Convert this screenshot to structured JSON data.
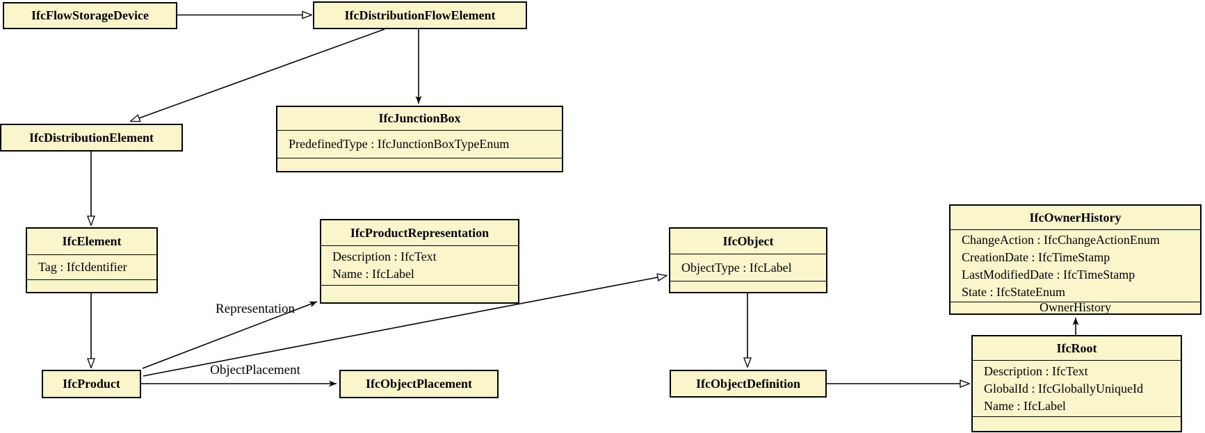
{
  "diagram": {
    "kind": "uml-class-diagram",
    "colors": {
      "box_fill": "#FBF5CC",
      "box_border": "#000000",
      "line": "#000000",
      "background": "#FFFFFF"
    }
  },
  "classes": [
    {
      "name": "IfcFlowStorageDevice",
      "attributes": []
    },
    {
      "name": "IfcDistributionFlowElement",
      "attributes": []
    },
    {
      "name": "IfcJunctionBox",
      "attributes": [
        "PredefinedType : IfcJunctionBoxTypeEnum"
      ],
      "footer": ""
    },
    {
      "name": "IfcDistributionElement",
      "attributes": []
    },
    {
      "name": "IfcElement",
      "attributes": [
        "Tag : IfcIdentifier"
      ],
      "footer": ""
    },
    {
      "name": "IfcProductRepresentation",
      "attributes": [
        "Description : IfcText",
        "Name : IfcLabel"
      ],
      "footer": ""
    },
    {
      "name": "IfcObject",
      "attributes": [
        "ObjectType : IfcLabel"
      ],
      "footer": ""
    },
    {
      "name": "IfcOwnerHistory",
      "attributes": [
        "ChangeAction : IfcChangeActionEnum",
        "CreationDate : IfcTimeStamp",
        "LastModifiedDate : IfcTimeStamp",
        "State : IfcStateEnum"
      ],
      "footer": "OwnerHistory"
    },
    {
      "name": "IfcProduct",
      "attributes": []
    },
    {
      "name": "IfcObjectPlacement",
      "attributes": []
    },
    {
      "name": "IfcObjectDefinition",
      "attributes": []
    },
    {
      "name": "IfcRoot",
      "attributes": [
        "Description : IfcText",
        "GlobalId : IfcGloballyUniqueId",
        "Name : IfcLabel"
      ],
      "footer": ""
    }
  ],
  "edge_labels": {
    "representation": "Representation",
    "object_placement": "ObjectPlacement"
  },
  "edges": [
    {
      "from": "IfcFlowStorageDevice",
      "to": "IfcDistributionFlowElement",
      "type": "generalization"
    },
    {
      "from": "IfcDistributionFlowElement",
      "to": "IfcDistributionElement",
      "type": "generalization"
    },
    {
      "from": "IfcDistributionFlowElement",
      "to": "IfcJunctionBox",
      "type": "arrow"
    },
    {
      "from": "IfcDistributionElement",
      "to": "IfcElement",
      "type": "generalization"
    },
    {
      "from": "IfcElement",
      "to": "IfcProduct",
      "type": "generalization"
    },
    {
      "from": "IfcProduct",
      "to": "IfcProductRepresentation",
      "type": "arrow",
      "label": "Representation"
    },
    {
      "from": "IfcProduct",
      "to": "IfcObjectPlacement",
      "type": "arrow",
      "label": "ObjectPlacement"
    },
    {
      "from": "IfcProduct",
      "to": "IfcObject",
      "type": "generalization"
    },
    {
      "from": "IfcObject",
      "to": "IfcObjectDefinition",
      "type": "generalization"
    },
    {
      "from": "IfcObjectDefinition",
      "to": "IfcRoot",
      "type": "generalization"
    },
    {
      "from": "IfcRoot",
      "to": "IfcOwnerHistory",
      "type": "arrow",
      "label": "OwnerHistory"
    }
  ]
}
